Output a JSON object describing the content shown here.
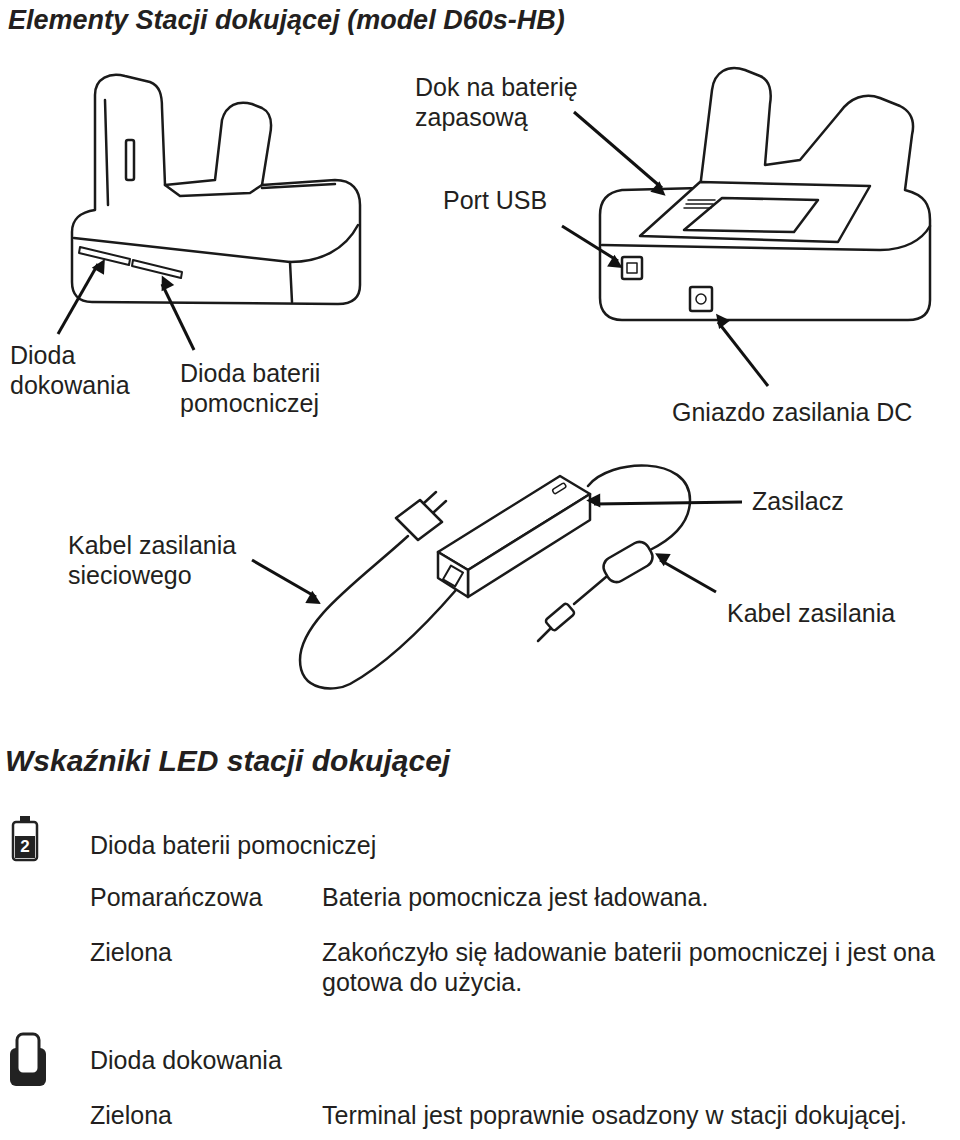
{
  "diagram": {
    "title": "Elementy Stacji dokującej (model D60s-HB)",
    "labels": [
      "Dok na baterię zapasową",
      "Port USB",
      "Dioda dokowania",
      "Dioda baterii pomocniczej",
      "Gniazdo zasilania DC",
      "Kabel zasilania sieciowego",
      "Zasilacz",
      "Kabel zasilania",
      "Wskaźniki LED stacji dokującej",
      "2",
      "Dioda baterii pomocniczej",
      "Pomarańczowa",
      "Bateria pomocnicza jest ładowana.",
      "Zielona",
      "Zakończyło się ładowanie baterii pomocniczej i jest ona gotowa do użycia.",
      "Dioda dokowania",
      "Zielona",
      "Terminal jest poprawnie osadzony w stacji dokującej."
    ]
  }
}
